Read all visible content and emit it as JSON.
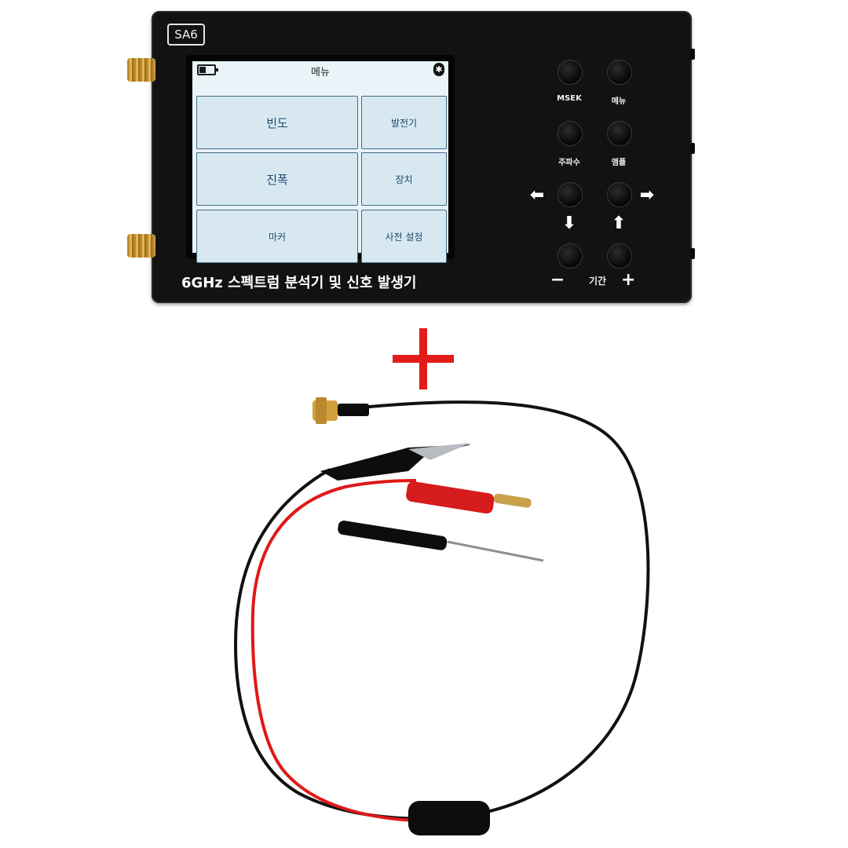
{
  "device": {
    "model": "SA6",
    "title": "6GHz 스펙트럼 분석기 및 신호 발생기"
  },
  "screen": {
    "menu_title": "메뉴",
    "bt_symbol": "✱",
    "buttons": [
      {
        "label": "빈도"
      },
      {
        "label": "발전기"
      },
      {
        "label": "진폭"
      },
      {
        "label": "장치"
      },
      {
        "label": "마커"
      },
      {
        "label": "사전 설정"
      }
    ]
  },
  "controls": {
    "msek": "MSEK",
    "menu": "메뉴",
    "frequency": "주파수",
    "amplitude": "앰플",
    "left_arrow": "⬅",
    "right_arrow": "➡",
    "down_arrow": "⬇",
    "up_arrow": "⬆",
    "minus": "−",
    "span": "기간",
    "plus": "+"
  },
  "colors": {
    "device_body": "#121212",
    "screen_bg": "#eaf3f8",
    "menu_button": "#d8e8f1",
    "plus_sign": "#e41b1b",
    "cable_red": "#e01818",
    "cable_black": "#111111",
    "connector_gold": "#d2a03c"
  }
}
